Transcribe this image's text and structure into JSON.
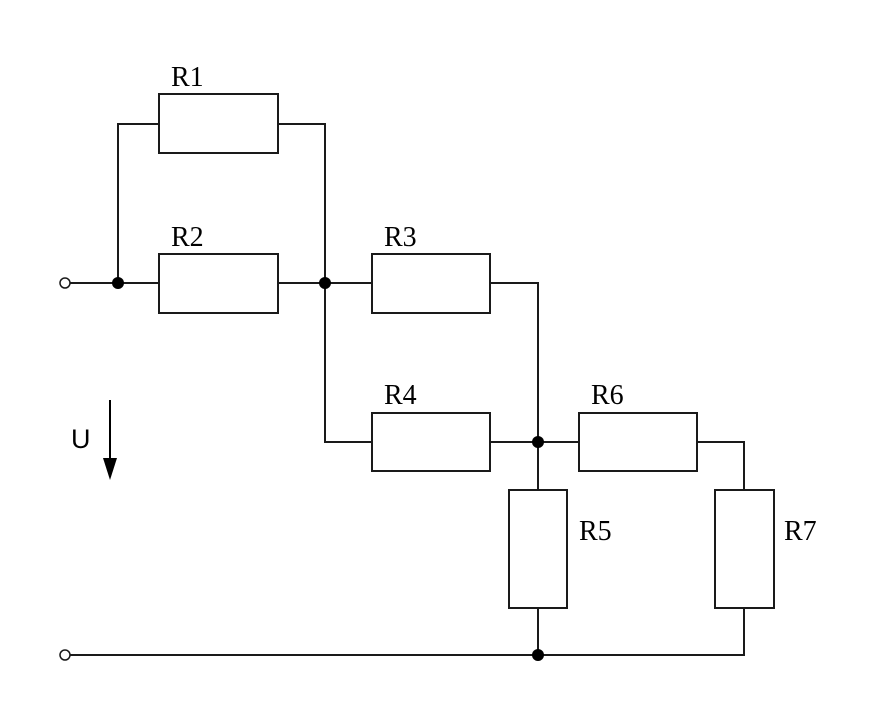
{
  "diagram": {
    "voltage": {
      "label": "U"
    },
    "resistors": {
      "r1": "R1",
      "r2": "R2",
      "r3": "R3",
      "r4": "R4",
      "r5": "R5",
      "r6": "R6",
      "r7": "R7"
    }
  }
}
